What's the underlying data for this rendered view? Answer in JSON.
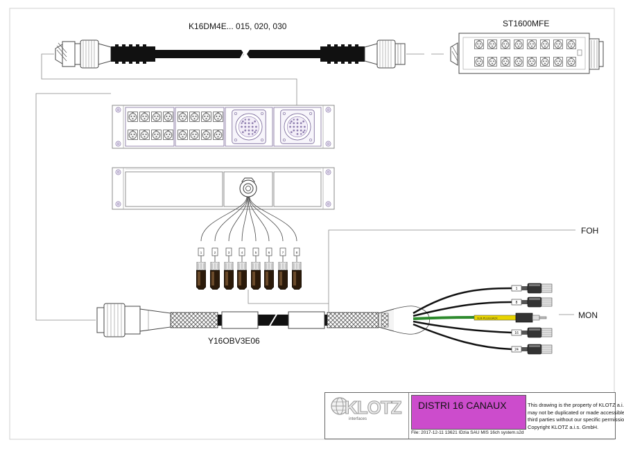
{
  "labels": {
    "cable_top": "K16DM4E... 015, 020, 030",
    "stagebox": "ST1600MFE",
    "foh": "FOH",
    "mon": "MON",
    "cable_bottom": "Y16OBV3E06"
  },
  "tail_tags": [
    "1",
    "2",
    "3",
    "4",
    "5",
    "6",
    "7",
    "8"
  ],
  "mon_tags": [
    "1",
    "8",
    "16",
    "24"
  ],
  "jack_label": "XLR-PLUG/JACK",
  "title_block": {
    "logo_text": "KLOTZ",
    "logo_sub": "interfaces",
    "title": "DISTRI 16 CANAUX",
    "title_color": "#cc4ccc",
    "file": "File: 2017-12-11 13621 IDzia SAU MIS 16ch system.s2d",
    "notice": [
      "This drawing is the property of KLOTZ a.i.s., and",
      "may not be duplicated or made accessible to the",
      "third parties without our specific permission.",
      "Copyright KLOTZ a.i.s. GmbH."
    ]
  },
  "colors": {
    "cable": "#111111",
    "green_core": "#3a9d3a",
    "yellow_stripe": "#e0d000",
    "title_fill": "#cc4ccc"
  }
}
